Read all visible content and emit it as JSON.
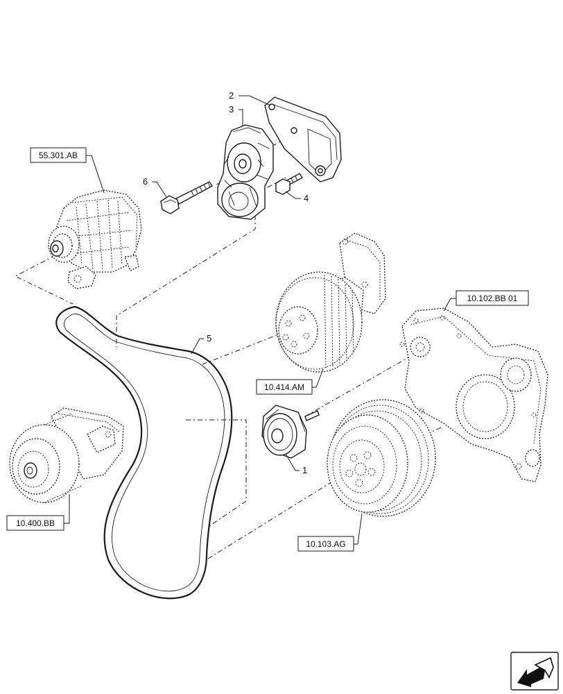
{
  "callouts": {
    "n1": "1",
    "n2": "2",
    "n3": "3",
    "n4": "4",
    "n5": "5",
    "n6": "6"
  },
  "references": {
    "alternator": "55.301.AB",
    "fan_drive": "10.414.AM",
    "front_cover": "10.102.BB 01",
    "water_pump": "10.400.BB",
    "crank_damper": "10.103.AG"
  },
  "navigation": {
    "icon": "next-page-arrow-icon"
  }
}
